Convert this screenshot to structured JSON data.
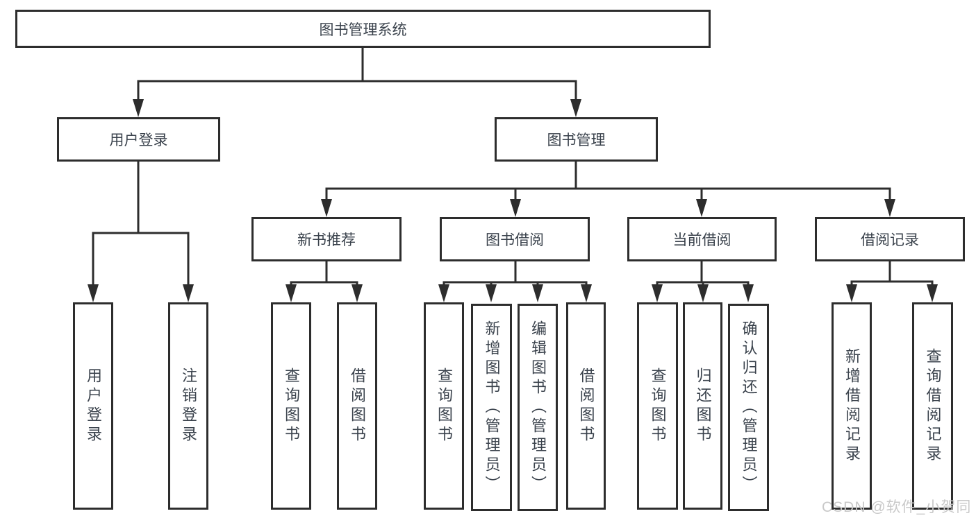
{
  "tree": {
    "label": "图书管理系统",
    "children": [
      {
        "label": "用户登录",
        "children": [
          {
            "label": "用户登录"
          },
          {
            "label": "注销登录"
          }
        ]
      },
      {
        "label": "图书管理",
        "children": [
          {
            "label": "新书推荐",
            "children": [
              {
                "label": "查询图书"
              },
              {
                "label": "借阅图书"
              }
            ]
          },
          {
            "label": "图书借阅",
            "children": [
              {
                "label": "查询图书"
              },
              {
                "label": "新增图书（管理员）"
              },
              {
                "label": "编辑图书（管理员）"
              },
              {
                "label": "借阅图书"
              }
            ]
          },
          {
            "label": "当前借阅",
            "children": [
              {
                "label": "查询图书"
              },
              {
                "label": "归还图书"
              },
              {
                "label": "确认归还（管理员）"
              }
            ]
          },
          {
            "label": "借阅记录",
            "children": [
              {
                "label": "新增借阅记录"
              },
              {
                "label": "查询借阅记录"
              }
            ]
          }
        ]
      }
    ]
  },
  "watermark": {
    "text": "CSDN @软件_小贺同学"
  },
  "colors": {
    "line": "#2d2d2d",
    "text": "#3a424c",
    "box_background": "#ffffff",
    "background": "#ffffff",
    "watermark": "#c9c9c9"
  }
}
